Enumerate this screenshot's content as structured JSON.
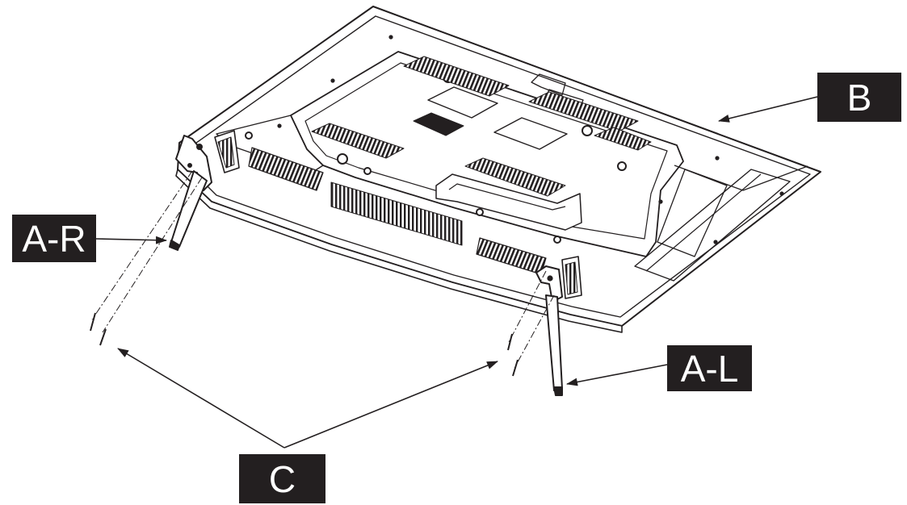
{
  "labels": {
    "b": "B",
    "a_r": "A-R",
    "a_l": "A-L",
    "c": "C"
  },
  "colors": {
    "line": "#231f20",
    "label_bg": "#231f20",
    "label_text": "#ffffff",
    "panel": "#ffffff"
  }
}
